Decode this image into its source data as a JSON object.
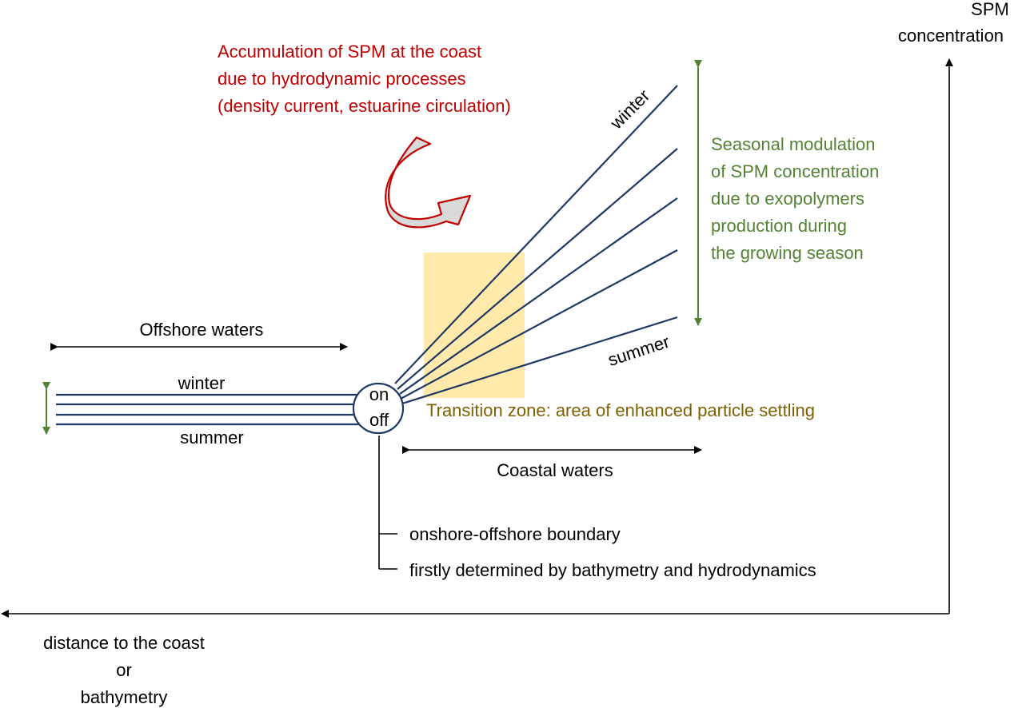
{
  "axes": {
    "y_label_line1": "SPM",
    "y_label_line2": "concentration",
    "x_label_line1": "distance to the coast",
    "x_label_line2": "or",
    "x_label_line3": "bathymetry"
  },
  "hydrodynamic_note": {
    "line1": "Accumulation of SPM at the coast",
    "line2": "due to hydrodynamic processes",
    "line3": "(density current, estuarine circulation)"
  },
  "seasonal_note": {
    "line1": "Seasonal modulation",
    "line2": "of SPM concentration",
    "line3": "due to exopolymers",
    "line4": "production during",
    "line5": "the growing season"
  },
  "offshore": {
    "label": "Offshore waters",
    "winter": "winter",
    "summer": "summer"
  },
  "coastal": {
    "label": "Coastal waters",
    "winter": "winter",
    "summer": "summer"
  },
  "boundary": {
    "on": "on",
    "off": "off",
    "note1": "onshore-offshore boundary",
    "note2": "firstly determined by bathymetry and hydrodynamics"
  },
  "transition_zone": {
    "label": "Transition zone: area of enhanced particle settling"
  },
  "colors": {
    "red": "#c00000",
    "green": "#548235",
    "navy": "#1f3864",
    "olive": "#7f6000",
    "highlight": "#ffd966"
  }
}
